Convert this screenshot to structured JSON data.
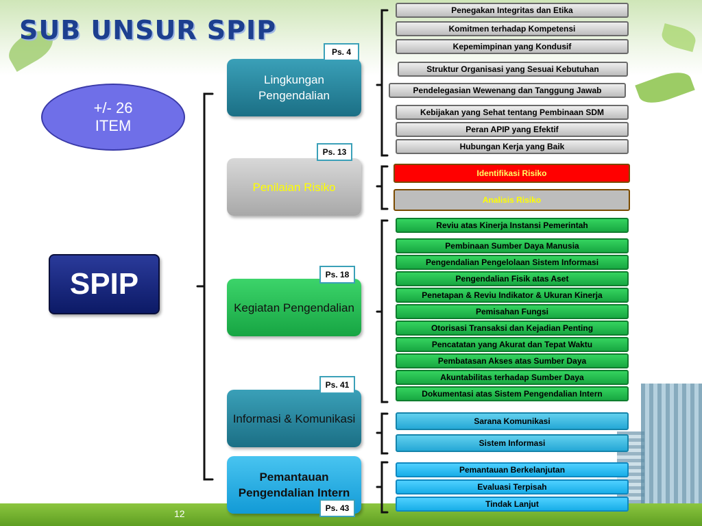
{
  "title": "SUB UNSUR SPIP",
  "count_bubble": {
    "line1": "+/- 26",
    "line2": "ITEM"
  },
  "root": "SPIP",
  "components": [
    {
      "label": "Lingkungan Pengendalian",
      "pasal": "Ps. 4",
      "items": [
        "Penegakan Integritas dan Etika",
        "Komitmen terhadap Kompetensi",
        "Kepemimpinan yang Kondusif",
        "Struktur Organisasi yang Sesuai Kebutuhan",
        "Pendelegasian Wewenang dan Tanggung Jawab",
        "Kebijakan yang Sehat tentang Pembinaan SDM",
        "Peran APIP yang Efektif",
        "Hubungan Kerja yang Baik"
      ]
    },
    {
      "label": "Penilaian Risiko",
      "pasal": "Ps. 13",
      "items": [
        "Identifikasi Risiko",
        "Analisis Risiko"
      ]
    },
    {
      "label": "Kegiatan Pengendalian",
      "pasal": "Ps. 18",
      "items": [
        "Reviu atas Kinerja Instansi Pemerintah",
        "Pembinaan Sumber Daya Manusia",
        "Pengendalian Pengelolaan Sistem  Informasi",
        "Pengendalian Fisik atas Aset",
        "Penetapan & Reviu Indikator & Ukuran Kinerja",
        "Pemisahan Fungsi",
        "Otorisasi Transaksi dan Kejadian Penting",
        "Pencatatan yang Akurat dan Tepat Waktu",
        "Pembatasan Akses atas Sumber Daya",
        "Akuntabilitas terhadap Sumber Daya",
        "Dokumentasi atas Sistem Pengendalian Intern"
      ]
    },
    {
      "label": "Informasi & Komunikasi",
      "pasal": "Ps. 41",
      "items": [
        "Sarana Komunikasi",
        "Sistem Informasi"
      ]
    },
    {
      "label": "Pemantauan Pengendalian Intern",
      "pasal": "Ps. 43",
      "items": [
        "Pemantauan  Berkelanjutan",
        "Evaluasi Terpisah",
        "Tindak Lanjut"
      ]
    }
  ],
  "page_number": "12"
}
